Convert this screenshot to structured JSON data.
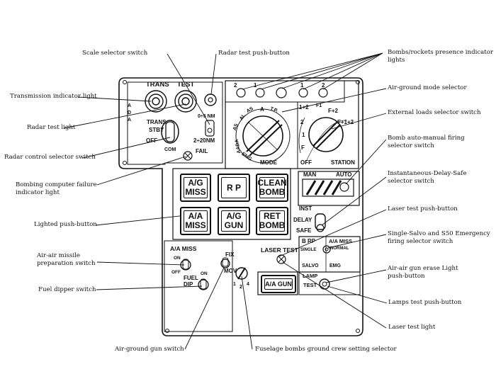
{
  "callouts": {
    "scale_selector": "Scale selector switch",
    "radar_test_push": "Radar test push-button",
    "bombs_presence": "Bombs/rockets presence indicator lights",
    "transmission_light": "Transmission indicator light",
    "air_ground_mode": "Air-ground mode selector",
    "radar_test_light": "Radar test light",
    "external_loads": "External loads selector switch",
    "bomb_auto_manual": "Bomb auto-manual firing selector switch",
    "radar_control": "Radar control selector switch",
    "bombing_computer_failure": "Bombing computer failure indicator light",
    "instantaneous_delay": "Instantaneous-Delay-Safe selector switch",
    "lighted_push": "Lighted push-button",
    "laser_test_push": "Laser test push-button",
    "single_salvo": "Single-Salvo and S50 Emergency firing selector switch",
    "air_air_missile_prep": "Air-air missile preparation switch",
    "air_air_gun_erase": "Air-air gun erase Light push-button",
    "fuel_dipper": "Fuel dipper switch",
    "lamps_test": "Lamps test push-button",
    "laser_test_light": "Laser test light",
    "air_ground_gun": "Air-ground gun switch",
    "fuselage_bombs": "Fuselage bombs ground crew setting selector"
  },
  "panel": {
    "trans": "TRANS",
    "test": "TEST",
    "ada_a": "A",
    "ada_d": "D",
    "ada_a2": "A",
    "trans_stby_1": "TRANS",
    "trans_stby_2": "STBY",
    "off": "OFF",
    "com": "COM",
    "range_05": "0÷5 NM",
    "range_220": "2÷20NM",
    "fail": "FAIL",
    "presence": [
      "2",
      "1",
      "1",
      "2"
    ],
    "mode_as": "AS",
    "mode_al": "AL",
    "mode_as2": "AS",
    "mode_a": "A",
    "mode_tp": "T.P.",
    "mode_aada": "AADA",
    "mode_emg": "EMG",
    "mode_label": "MODE",
    "stn_12": "1+2",
    "stn_f1": "F1",
    "stn_f2": "F+2",
    "stn_2": "2",
    "stn_f12": "F+1+2",
    "stn_1": "1",
    "stn_f": "F",
    "stn_off": "OFF",
    "station_label": "STATION",
    "man": "MAN",
    "auto": "AUTO",
    "inst": "INST",
    "delay": "DELAY",
    "safe": "SAFE",
    "b_rp": "B RP",
    "aa_miss_small": "A/A MISS",
    "single": "SINGLE",
    "normal": "NORMAL",
    "salvo": "SALVO",
    "emg": "EMG",
    "laser_test": "LASER TEST",
    "aa_miss": "A/A MISS",
    "on": "ON",
    "off2": "OFF",
    "fuel_dip_1": "FUEL",
    "fuel_dip_2": "DIP",
    "on2": "ON",
    "fix": "FIX",
    "mov": "MOV",
    "sel_1": "1",
    "sel_2": "2",
    "sel_4": "4",
    "lamp_test_1": "LAMP",
    "lamp_test_2": "TEST"
  },
  "buttons": [
    {
      "l1": "A/G",
      "l2": "MISS"
    },
    {
      "l1": "R P",
      "l2": ""
    },
    {
      "l1": "CLEAN",
      "l2": "BOMB"
    },
    {
      "l1": "A/A",
      "l2": "MISS"
    },
    {
      "l1": "A/G",
      "l2": "GUN"
    },
    {
      "l1": "RET",
      "l2": "BOMB"
    }
  ],
  "aa_gun": "A/A GUN"
}
